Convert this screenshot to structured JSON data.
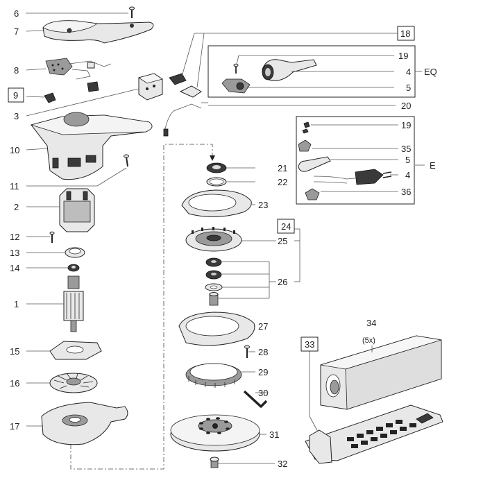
{
  "labels": {
    "l6": "6",
    "l7": "7",
    "l8": "8",
    "l9": "9",
    "l3": "3",
    "l10": "10",
    "l11": "11",
    "l2": "2",
    "l12": "12",
    "l13": "13",
    "l14": "14",
    "l1": "1",
    "l15": "15",
    "l16": "16",
    "l17": "17",
    "l18": "18",
    "l19a": "19",
    "l4a": "4",
    "l5a": "5",
    "l20": "20",
    "eq": "EQ",
    "l19b": "19",
    "l35": "35",
    "l5b": "5",
    "l4b": "4",
    "l36": "36",
    "e": "E",
    "l21": "21",
    "l22": "22",
    "l23": "23",
    "l24": "24",
    "l25": "25",
    "l26": "26",
    "l27": "27",
    "l28": "28",
    "l29": "29",
    "l30": "30",
    "l31": "31",
    "l32": "32",
    "l33": "33",
    "l34": "34",
    "l34q": "(5x)"
  },
  "colors": {
    "line": "#222222",
    "fill": "#e8e8e8",
    "dark": "#3a3a3a"
  }
}
